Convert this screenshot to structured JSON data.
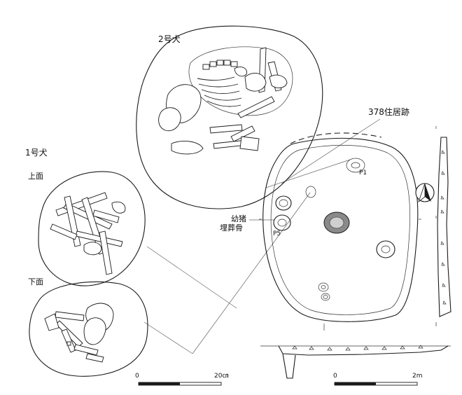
{
  "labels": {
    "dog2": "2号犬",
    "dog1": "1号犬",
    "upper": "上面",
    "lower": "下面",
    "dwelling": "378住居跡",
    "pig_line1": "幼猪",
    "pig_line2": "埋葬骨",
    "p1": "P1",
    "p5": "P5"
  },
  "scales": {
    "left": {
      "start": "0",
      "end": "20㎝"
    },
    "right": {
      "start": "0",
      "end": "2m"
    }
  }
}
